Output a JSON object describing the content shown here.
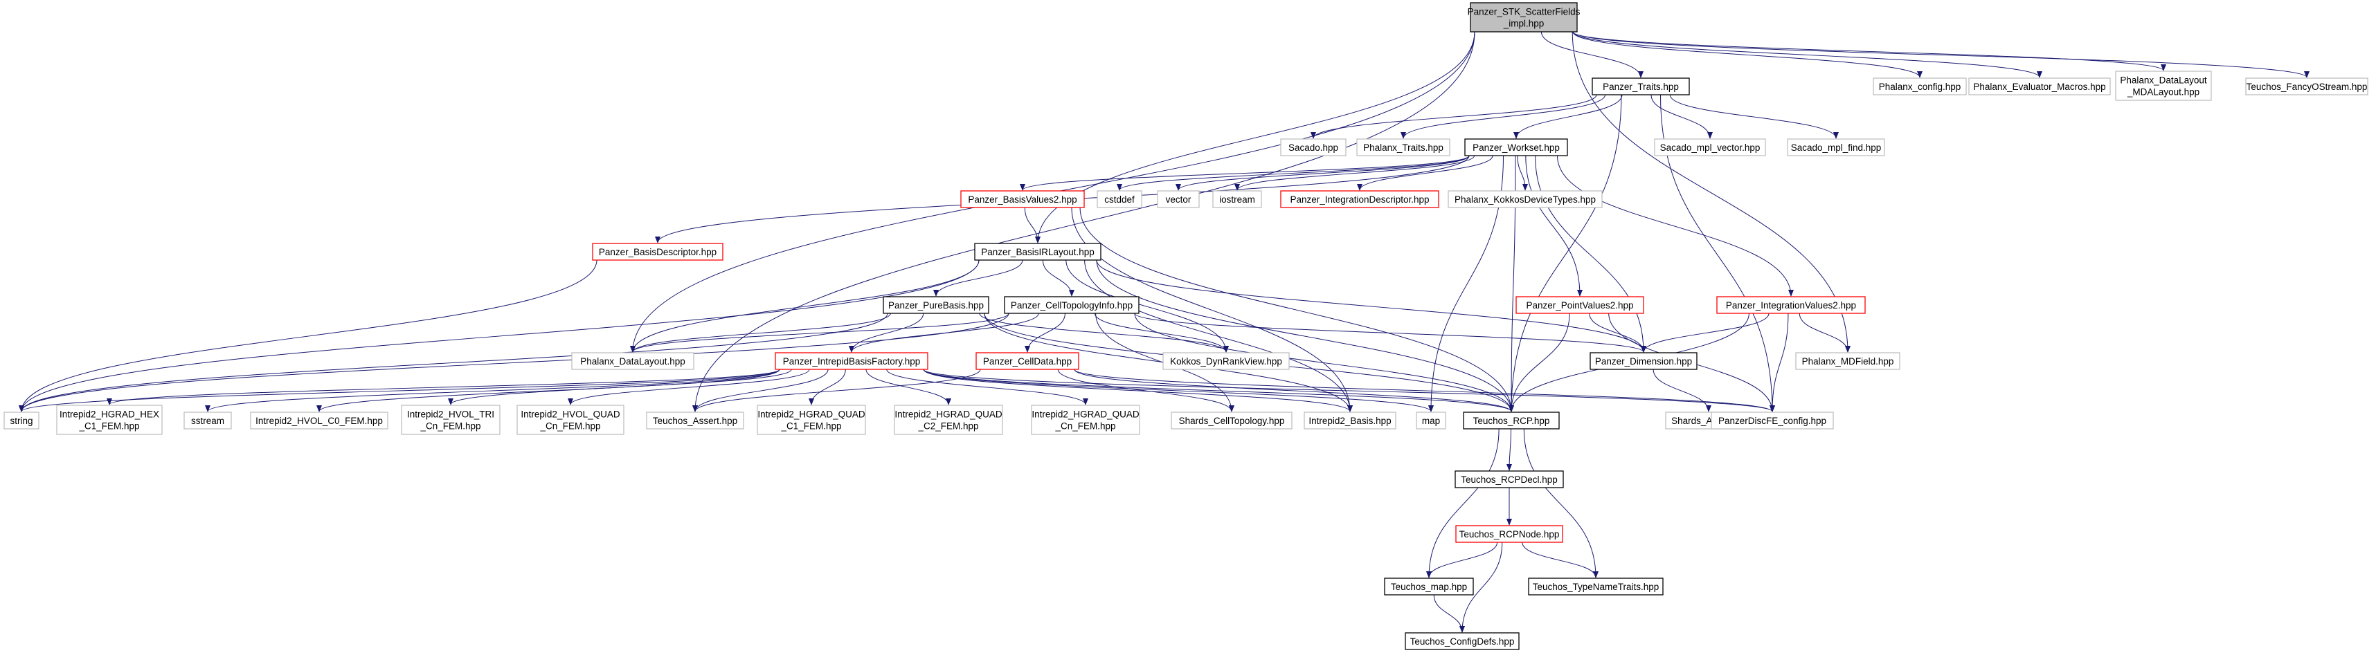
{
  "colors": {
    "background": "#ffffff",
    "edge": "#191970",
    "node_fill": "#ffffff",
    "root_fill": "#bfbfbf",
    "border_documented": "#000000",
    "border_external": "#bfbfbf",
    "border_truncated": "#ff0000",
    "text": "#000000"
  },
  "nodes": [
    {
      "id": "root",
      "style": "root",
      "lines": [
        "Panzer_STK_ScatterFields",
        "_impl.hpp"
      ]
    },
    {
      "id": "panzer_traits",
      "style": "documented",
      "lines": [
        "Panzer_Traits.hpp"
      ]
    },
    {
      "id": "phalanx_config",
      "style": "external",
      "lines": [
        "Phalanx_config.hpp"
      ]
    },
    {
      "id": "phalanx_eval_macros",
      "style": "external",
      "lines": [
        "Phalanx_Evaluator_Macros.hpp"
      ]
    },
    {
      "id": "phalanx_dl_mda",
      "style": "external",
      "lines": [
        "Phalanx_DataLayout",
        "_MDALayout.hpp"
      ]
    },
    {
      "id": "teuchos_fancy",
      "style": "external",
      "lines": [
        "Teuchos_FancyOStream.hpp"
      ]
    },
    {
      "id": "sacado",
      "style": "external",
      "lines": [
        "Sacado.hpp"
      ]
    },
    {
      "id": "phalanx_traits",
      "style": "external",
      "lines": [
        "Phalanx_Traits.hpp"
      ]
    },
    {
      "id": "panzer_workset",
      "style": "documented",
      "lines": [
        "Panzer_Workset.hpp"
      ]
    },
    {
      "id": "sacado_mpl_vector",
      "style": "external",
      "lines": [
        "Sacado_mpl_vector.hpp"
      ]
    },
    {
      "id": "sacado_mpl_find",
      "style": "external",
      "lines": [
        "Sacado_mpl_find.hpp"
      ]
    },
    {
      "id": "panzer_basisvalues2",
      "style": "truncated",
      "lines": [
        "Panzer_BasisValues2.hpp"
      ]
    },
    {
      "id": "cstddef",
      "style": "external",
      "lines": [
        "cstddef"
      ]
    },
    {
      "id": "vector",
      "style": "external",
      "lines": [
        "vector"
      ]
    },
    {
      "id": "iostream",
      "style": "external",
      "lines": [
        "iostream"
      ]
    },
    {
      "id": "panzer_intdesc",
      "style": "truncated",
      "lines": [
        "Panzer_IntegrationDescriptor.hpp"
      ]
    },
    {
      "id": "phalanx_kokkos_dt",
      "style": "external",
      "lines": [
        "Phalanx_KokkosDeviceTypes.hpp"
      ]
    },
    {
      "id": "panzer_basisdesc",
      "style": "truncated",
      "lines": [
        "Panzer_BasisDescriptor.hpp"
      ]
    },
    {
      "id": "panzer_basisirlayout",
      "style": "documented",
      "lines": [
        "Panzer_BasisIRLayout.hpp"
      ]
    },
    {
      "id": "panzer_purebasis",
      "style": "documented",
      "lines": [
        "Panzer_PureBasis.hpp"
      ]
    },
    {
      "id": "panzer_celltopo",
      "style": "documented",
      "lines": [
        "Panzer_CellTopologyInfo.hpp"
      ]
    },
    {
      "id": "panzer_pointvalues2",
      "style": "truncated",
      "lines": [
        "Panzer_PointValues2.hpp"
      ]
    },
    {
      "id": "panzer_intvalues2",
      "style": "truncated",
      "lines": [
        "Panzer_IntegrationValues2.hpp"
      ]
    },
    {
      "id": "phalanx_datalayout",
      "style": "external",
      "lines": [
        "Phalanx_DataLayout.hpp"
      ]
    },
    {
      "id": "panzer_ibf",
      "style": "truncated",
      "lines": [
        "Panzer_IntrepidBasisFactory.hpp"
      ]
    },
    {
      "id": "panzer_celldata",
      "style": "truncated",
      "lines": [
        "Panzer_CellData.hpp"
      ]
    },
    {
      "id": "kokkos_dynrank",
      "style": "external",
      "lines": [
        "Kokkos_DynRankView.hpp"
      ]
    },
    {
      "id": "panzer_dimension",
      "style": "documented",
      "lines": [
        "Panzer_Dimension.hpp"
      ]
    },
    {
      "id": "phalanx_mdfield",
      "style": "external",
      "lines": [
        "Phalanx_MDField.hpp"
      ]
    },
    {
      "id": "string",
      "style": "external",
      "lines": [
        "string"
      ]
    },
    {
      "id": "hgrad_hex_c1",
      "style": "external",
      "lines": [
        "Intrepid2_HGRAD_HEX",
        "_C1_FEM.hpp"
      ]
    },
    {
      "id": "sstream",
      "style": "external",
      "lines": [
        "sstream"
      ]
    },
    {
      "id": "hvol_c0",
      "style": "external",
      "lines": [
        "Intrepid2_HVOL_C0_FEM.hpp"
      ]
    },
    {
      "id": "hvol_tri_cn",
      "style": "external",
      "lines": [
        "Intrepid2_HVOL_TRI",
        "_Cn_FEM.hpp"
      ]
    },
    {
      "id": "hvol_quad_cn",
      "style": "external",
      "lines": [
        "Intrepid2_HVOL_QUAD",
        "_Cn_FEM.hpp"
      ]
    },
    {
      "id": "teuchos_assert",
      "style": "external",
      "lines": [
        "Teuchos_Assert.hpp"
      ]
    },
    {
      "id": "hgrad_quad_c1",
      "style": "external",
      "lines": [
        "Intrepid2_HGRAD_QUAD",
        "_C1_FEM.hpp"
      ]
    },
    {
      "id": "hgrad_quad_c2",
      "style": "external",
      "lines": [
        "Intrepid2_HGRAD_QUAD",
        "_C2_FEM.hpp"
      ]
    },
    {
      "id": "hgrad_quad_cn",
      "style": "external",
      "lines": [
        "Intrepid2_HGRAD_QUAD",
        "_Cn_FEM.hpp"
      ]
    },
    {
      "id": "shards_celltopo",
      "style": "external",
      "lines": [
        "Shards_CellTopology.hpp"
      ]
    },
    {
      "id": "intrepid2_basis",
      "style": "external",
      "lines": [
        "Intrepid2_Basis.hpp"
      ]
    },
    {
      "id": "map",
      "style": "external",
      "lines": [
        "map"
      ]
    },
    {
      "id": "teuchos_rcp",
      "style": "documented",
      "lines": [
        "Teuchos_RCP.hpp"
      ]
    },
    {
      "id": "shards_array",
      "style": "external",
      "lines": [
        "Shards_Array.hpp"
      ]
    },
    {
      "id": "panzer_discfe",
      "style": "external",
      "lines": [
        "PanzerDiscFE_config.hpp"
      ]
    },
    {
      "id": "teuchos_rcpdecl",
      "style": "documented",
      "lines": [
        "Teuchos_RCPDecl.hpp"
      ]
    },
    {
      "id": "teuchos_rcpnode",
      "style": "truncated",
      "lines": [
        "Teuchos_RCPNode.hpp"
      ]
    },
    {
      "id": "teuchos_map",
      "style": "documented",
      "lines": [
        "Teuchos_map.hpp"
      ]
    },
    {
      "id": "teuchos_typename",
      "style": "documented",
      "lines": [
        "Teuchos_TypeNameTraits.hpp"
      ]
    },
    {
      "id": "teuchos_configdefs",
      "style": "documented",
      "lines": [
        "Teuchos_ConfigDefs.hpp"
      ]
    }
  ],
  "edges": [
    [
      "root",
      "panzer_traits"
    ],
    [
      "root",
      "phalanx_config"
    ],
    [
      "root",
      "phalanx_eval_macros"
    ],
    [
      "root",
      "phalanx_dl_mda"
    ],
    [
      "root",
      "teuchos_fancy"
    ],
    [
      "root",
      "phalanx_datalayout"
    ],
    [
      "root",
      "teuchos_assert"
    ],
    [
      "root",
      "panzer_basisirlayout"
    ],
    [
      "root",
      "phalanx_mdfield"
    ],
    [
      "panzer_traits",
      "sacado"
    ],
    [
      "panzer_traits",
      "phalanx_traits"
    ],
    [
      "panzer_traits",
      "panzer_workset"
    ],
    [
      "panzer_traits",
      "sacado_mpl_vector"
    ],
    [
      "panzer_traits",
      "sacado_mpl_find"
    ],
    [
      "panzer_traits",
      "panzer_discfe"
    ],
    [
      "panzer_traits",
      "teuchos_rcp"
    ],
    [
      "panzer_workset",
      "panzer_basisvalues2"
    ],
    [
      "panzer_workset",
      "cstddef"
    ],
    [
      "panzer_workset",
      "vector"
    ],
    [
      "panzer_workset",
      "iostream"
    ],
    [
      "panzer_workset",
      "panzer_intdesc"
    ],
    [
      "panzer_workset",
      "phalanx_kokkos_dt"
    ],
    [
      "panzer_workset",
      "panzer_basisdesc"
    ],
    [
      "panzer_workset",
      "panzer_pointvalues2"
    ],
    [
      "panzer_workset",
      "panzer_intvalues2"
    ],
    [
      "panzer_workset",
      "panzer_dimension"
    ],
    [
      "panzer_workset",
      "map"
    ],
    [
      "panzer_workset",
      "teuchos_rcp"
    ],
    [
      "panzer_basisvalues2",
      "panzer_basisirlayout"
    ],
    [
      "panzer_basisvalues2",
      "intrepid2_basis"
    ],
    [
      "panzer_basisvalues2",
      "teuchos_rcp"
    ],
    [
      "panzer_basisdesc",
      "string"
    ],
    [
      "panzer_basisirlayout",
      "panzer_purebasis"
    ],
    [
      "panzer_basisirlayout",
      "panzer_celltopo"
    ],
    [
      "panzer_basisirlayout",
      "phalanx_datalayout"
    ],
    [
      "panzer_basisirlayout",
      "kokkos_dynrank"
    ],
    [
      "panzer_basisirlayout",
      "panzer_dimension"
    ],
    [
      "panzer_basisirlayout",
      "intrepid2_basis"
    ],
    [
      "panzer_basisirlayout",
      "teuchos_rcp"
    ],
    [
      "panzer_basisirlayout",
      "string"
    ],
    [
      "panzer_purebasis",
      "panzer_ibf"
    ],
    [
      "panzer_purebasis",
      "phalanx_datalayout"
    ],
    [
      "panzer_purebasis",
      "kokkos_dynrank"
    ],
    [
      "panzer_purebasis",
      "intrepid2_basis"
    ],
    [
      "panzer_purebasis",
      "string"
    ],
    [
      "panzer_purebasis",
      "teuchos_rcp"
    ],
    [
      "panzer_celltopo",
      "panzer_celldata"
    ],
    [
      "panzer_celltopo",
      "panzer_ibf"
    ],
    [
      "panzer_celltopo",
      "phalanx_datalayout"
    ],
    [
      "panzer_celltopo",
      "kokkos_dynrank"
    ],
    [
      "panzer_celltopo",
      "panzer_dimension"
    ],
    [
      "panzer_celltopo",
      "shards_celltopo"
    ],
    [
      "panzer_celltopo",
      "teuchos_rcp"
    ],
    [
      "panzer_celltopo",
      "string"
    ],
    [
      "panzer_ibf",
      "string"
    ],
    [
      "panzer_ibf",
      "hgrad_hex_c1"
    ],
    [
      "panzer_ibf",
      "sstream"
    ],
    [
      "panzer_ibf",
      "hvol_c0"
    ],
    [
      "panzer_ibf",
      "hvol_tri_cn"
    ],
    [
      "panzer_ibf",
      "hvol_quad_cn"
    ],
    [
      "panzer_ibf",
      "teuchos_assert"
    ],
    [
      "panzer_ibf",
      "hgrad_quad_c1"
    ],
    [
      "panzer_ibf",
      "hgrad_quad_c2"
    ],
    [
      "panzer_ibf",
      "hgrad_quad_cn"
    ],
    [
      "panzer_ibf",
      "intrepid2_basis"
    ],
    [
      "panzer_ibf",
      "teuchos_rcp"
    ],
    [
      "panzer_ibf",
      "panzer_discfe"
    ],
    [
      "panzer_ibf",
      "map"
    ],
    [
      "panzer_celldata",
      "teuchos_rcp"
    ],
    [
      "panzer_celldata",
      "shards_celltopo"
    ],
    [
      "panzer_celldata",
      "teuchos_assert"
    ],
    [
      "panzer_celldata",
      "panzer_discfe"
    ],
    [
      "panzer_pointvalues2",
      "panzer_dimension"
    ],
    [
      "panzer_pointvalues2",
      "teuchos_rcp"
    ],
    [
      "panzer_pointvalues2",
      "panzer_discfe"
    ],
    [
      "panzer_intvalues2",
      "panzer_dimension"
    ],
    [
      "panzer_intvalues2",
      "phalanx_mdfield"
    ],
    [
      "panzer_intvalues2",
      "teuchos_rcp"
    ],
    [
      "panzer_intvalues2",
      "panzer_discfe"
    ],
    [
      "panzer_dimension",
      "shards_array"
    ],
    [
      "teuchos_rcp",
      "teuchos_rcpdecl"
    ],
    [
      "teuchos_rcp",
      "teuchos_map"
    ],
    [
      "teuchos_rcp",
      "teuchos_typename"
    ],
    [
      "teuchos_rcpdecl",
      "teuchos_rcpnode"
    ],
    [
      "teuchos_rcpnode",
      "teuchos_map"
    ],
    [
      "teuchos_rcpnode",
      "teuchos_typename"
    ],
    [
      "teuchos_rcpnode",
      "teuchos_configdefs"
    ],
    [
      "teuchos_map",
      "teuchos_configdefs"
    ]
  ]
}
